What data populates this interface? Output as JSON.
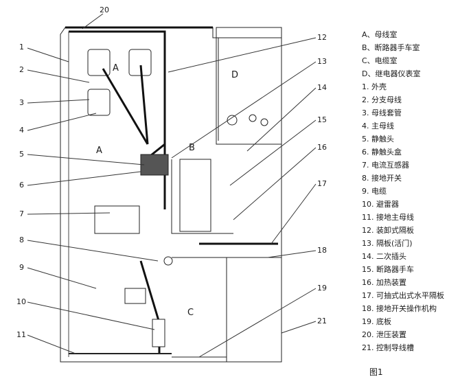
{
  "figure": {
    "caption": "图1",
    "compartments": {
      "A_upper": "A",
      "A_lower": "A",
      "B": "B",
      "C": "C",
      "D": "D"
    },
    "callouts": [
      "1",
      "2",
      "3",
      "4",
      "5",
      "6",
      "7",
      "8",
      "9",
      "10",
      "11",
      "12",
      "13",
      "14",
      "15",
      "16",
      "17",
      "18",
      "19",
      "20",
      "21"
    ]
  },
  "legend": [
    "A、母线室",
    "B、断路器手车室",
    "C、电缆室",
    "D、继电器仪表室",
    "1. 外壳",
    "2. 分支母线",
    "3. 母线套管",
    "4. 主母线",
    "5. 静触头",
    "6. 静触头盒",
    "7. 电流互感器",
    "8. 接地开关",
    "9. 电缆",
    "10. 避雷器",
    "11. 接地主母线",
    "12. 装卸式隔板",
    "13. 隔板(活门)",
    "14. 二次插头",
    "15. 断路器手车",
    "16. 加热装置",
    "17. 可抽式出式水平隔板",
    "18. 接地开关操作机构",
    "19. 底板",
    "20. 泄压装置",
    "21. 控制导线槽"
  ]
}
